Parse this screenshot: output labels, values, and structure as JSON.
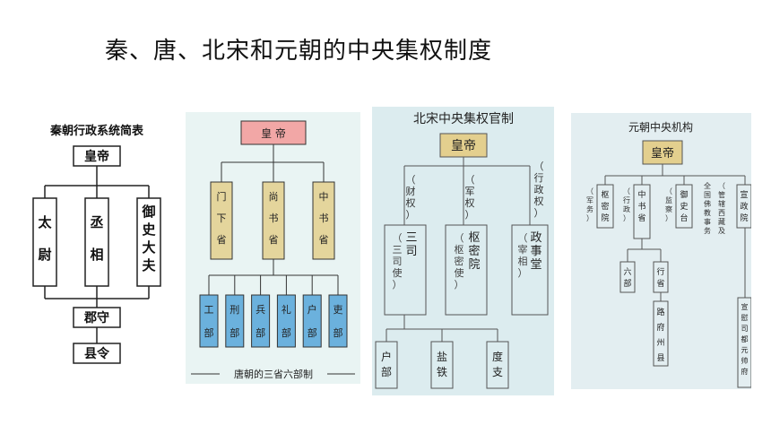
{
  "title": "秦、唐、北宋和元朝的中央集权制度",
  "qin": {
    "heading": "秦朝行政系统简表",
    "emperor": "皇帝",
    "taiwei": "太尉",
    "chengxiang": "丞相",
    "yushi": "御史大夫",
    "junshou": "郡守",
    "xianling": "县令"
  },
  "tang": {
    "emperor": "皇 帝",
    "sheng": [
      "门下省",
      "尚书省",
      "中书省"
    ],
    "bu": [
      "工部",
      "刑部",
      "兵部",
      "礼部",
      "户部",
      "吏部"
    ],
    "caption": "唐朝的三省六部制"
  },
  "song": {
    "heading": "北宋中央集权官制",
    "emperor": "皇帝",
    "power_cai": "（财权）",
    "power_jun": "（军权）",
    "power_xingzheng": "（行政权）",
    "sansi": "三司",
    "sansi_note": "（三司使）",
    "shumiyuan": "枢密院",
    "shumiyuan_note": "（枢密使）",
    "zhengshitang": "政事堂",
    "zhengshitang_note": "（宰相）",
    "hubu": "户部",
    "yantie": "盐铁",
    "duzhi": "度支"
  },
  "yuan": {
    "heading": "元朝中央机构",
    "emperor": "皇帝",
    "shumiyuan": "枢密院",
    "shumiyuan_note": "（军务）",
    "zhongshusheng": "中书省",
    "zhongshusheng_note": "（行政）",
    "yushitai": "御史台",
    "yushitai_note": "（监察）",
    "fojiao": "全国佛教事务",
    "xuanzhengyuan": "宣政院",
    "xuanzhengyuan_note": "（管辖西藏及",
    "liubu": "六部",
    "xingsheng": "行省",
    "lufuzhouxian": "路府州县",
    "xuanweisi": "宣慰司都元帅府"
  }
}
